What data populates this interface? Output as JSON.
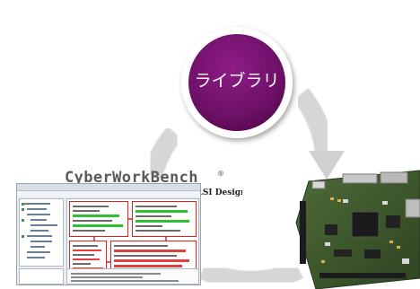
{
  "center": {
    "label": "ライブラリ",
    "color": "#6e1068"
  },
  "logo": {
    "brand": "CyberWorkBench",
    "reg": "®",
    "tagline": "Pioneering C-based LSI Design"
  },
  "colors": {
    "arrow": "#d9d9d9",
    "pcb": "#3f5a2e",
    "pane_border": "#e02020"
  }
}
